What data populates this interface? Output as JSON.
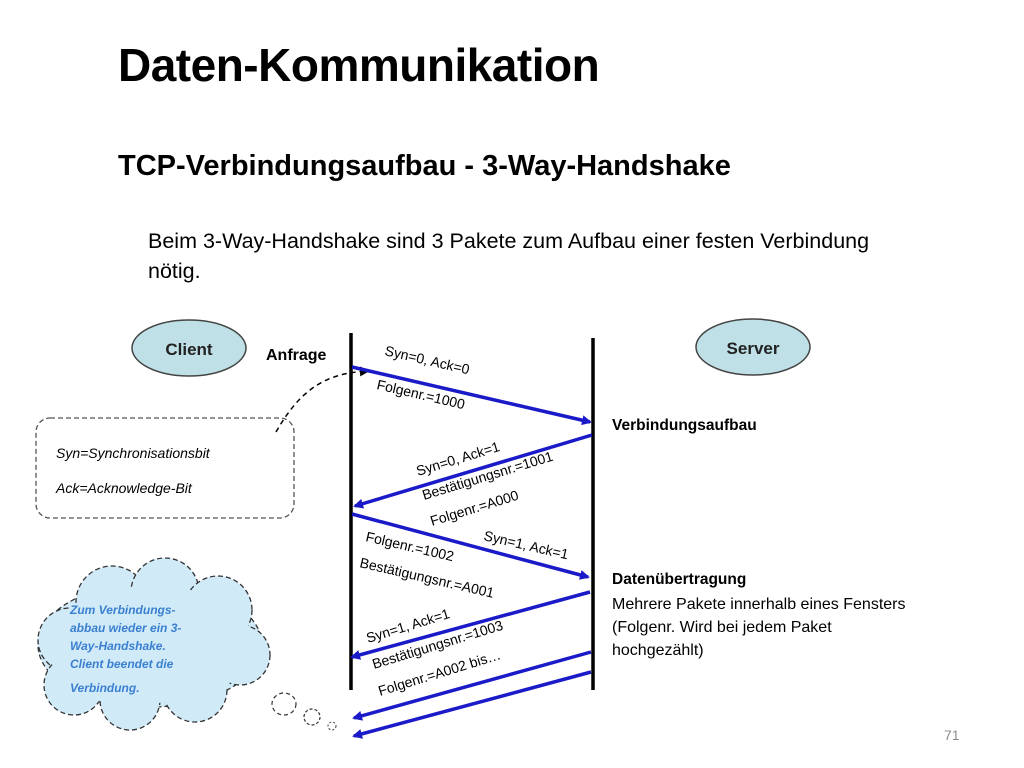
{
  "slide": {
    "title": "Daten-Kommunikation",
    "subtitle": "TCP-Verbindungsaufbau - 3-Way-Handshake",
    "intro": "Beim 3-Way-Handshake sind 3 Pakete zum Aufbau einer festen Verbindung nötig.",
    "page_number": "71"
  },
  "diagram": {
    "client_label": "Client",
    "server_label": "Server",
    "anfrage_label": "Anfrage",
    "legend": {
      "line1": "Syn=Synchronisationsbit",
      "line2": "Ack=Acknowledge-Bit"
    },
    "packet1": {
      "line1": "Syn=0, Ack=0",
      "line2": "Folgenr.=1000"
    },
    "packet2": {
      "line1": "Syn=0, Ack=1",
      "line2": "Bestätigungsnr.=1001",
      "line3": "Folgenr.=A000"
    },
    "packet3": {
      "line1": "Folgenr.=1002",
      "line2": "Syn=1, Ack=1",
      "line3": "Bestätigungsnr.=A001"
    },
    "packet4": {
      "line1": "Syn=1, Ack=1",
      "line2": "Bestätigungsnr.=1003",
      "line3": "Folgenr.=A002 bis…"
    },
    "server_note1": "Verbindungsaufbau",
    "server_note2": {
      "title": "Datenübertragung",
      "line1": "Mehrere Pakete innerhalb eines Fensters",
      "line2": "(Folgenr. Wird bei jedem Paket",
      "line3": "hochgezählt)"
    },
    "cloud": {
      "line1": "Zum Verbindungs-",
      "line2": "abbau wieder ein 3-",
      "line3": "Way-Handshake.",
      "line4": "Client beendet die",
      "line5": "Verbindung."
    },
    "colors": {
      "arrow": "#1a1ac8",
      "bubble_fill": "#bfe0e6",
      "cloud_fill": "#d0eaf8",
      "cloud_text": "#3a7fd0"
    }
  }
}
